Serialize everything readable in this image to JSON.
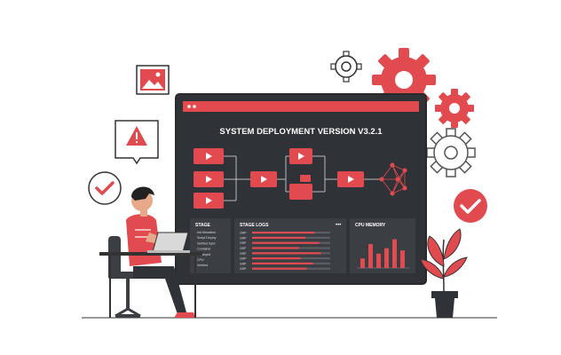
{
  "dashboard": {
    "title": "SYSTEM DEPLOYMENT VERSION V3.2.1",
    "stages_panel": {
      "heading": "STAGE",
      "items": [
        "Init Allocation",
        "Script Deploy",
        "Verified Sync",
        "Container",
        "Deployed",
        "CPU",
        "Verified"
      ]
    },
    "logs_panel": {
      "heading": "STAGE LOGS",
      "rows": [
        {
          "label": "GRP",
          "fill": 0.8
        },
        {
          "label": "GRP",
          "fill": 0.68
        },
        {
          "label": "GRP",
          "fill": 0.86
        },
        {
          "label": "GRP",
          "fill": 0.6
        },
        {
          "label": "GRP",
          "fill": 0.88
        },
        {
          "label": "GRP",
          "fill": 0.62
        },
        {
          "label": "GRP",
          "fill": 0.78
        },
        {
          "label": "GRP",
          "fill": 0.7
        }
      ]
    },
    "cpu_panel": {
      "heading": "CPU MEMORY",
      "bars": [
        0.3,
        0.75,
        0.45,
        0.62,
        0.9,
        0.55
      ]
    }
  },
  "colors": {
    "accent": "#e14b4f",
    "screen": "#2f3236",
    "panel": "#3b3f44",
    "gear_gray": "#5a5d61"
  },
  "icons": {
    "photo": "image-icon",
    "alert": "warning-icon",
    "check_left": "checkmark-icon",
    "check_right": "checkmark-icon"
  }
}
